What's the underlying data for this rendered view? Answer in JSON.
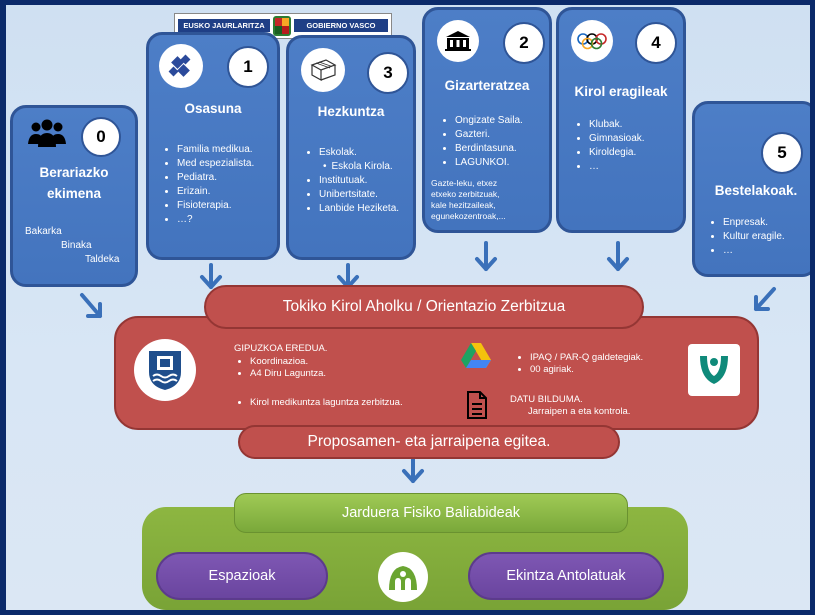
{
  "header_logo": {
    "left_text": "EUSKO JAURLARITZA",
    "right_text": "GOBIERNO VASCO"
  },
  "boxes": {
    "b0": {
      "number": "0",
      "title_line1": "Berariazko",
      "title_line2": "ekimena",
      "lines": [
        "Bakarka",
        "Binaka",
        "Taldeka"
      ],
      "icon": "people-group-icon"
    },
    "b1": {
      "number": "1",
      "title": "Osasuna",
      "items": [
        "Familia medikua.",
        "Med espezialista.",
        "Pediatra.",
        "Erizain.",
        "Fisioterapia.",
        "…?"
      ],
      "icon": "health-cross-icon"
    },
    "b3": {
      "number": "3",
      "title": "Hezkuntza",
      "items": [
        "Eskolak.",
        "Eskola Kirola.",
        "Institutuak.",
        "Unibertsitate.",
        "Lanbide Heziketa."
      ],
      "icon": "school-desk-icon"
    },
    "b2": {
      "number": "2",
      "title": "Gizarteratzea",
      "items": [
        "Ongizate Saila.",
        "Gazteri.",
        "Berdintasuna.",
        "LAGUNKOI."
      ],
      "note": [
        "Gazte-leku, etxez",
        "etxeko zerbitzuak,",
        "kale hezitzaileak,",
        "egunekozentroak,..."
      ],
      "icon": "building-icon"
    },
    "b4": {
      "number": "4",
      "title": "Kirol eragileak",
      "items": [
        "Klubak.",
        "Gimnasioak.",
        "Kiroldegia.",
        "…"
      ],
      "icon": "olympic-rings-icon"
    },
    "b5": {
      "number": "5",
      "title": "Bestelakoak.",
      "items": [
        "Enpresak.",
        "Kultur eragile.",
        "…"
      ]
    }
  },
  "service": {
    "title": "Tokiko Kirol Aholku / Orientazio Zerbitzua",
    "model_title": "GIPUZKOA EREDUA.",
    "model_items": [
      "Koordinazioa.",
      "A4 Diru Laguntza."
    ],
    "medical": "Kirol medikuntza laguntza zerbitzua.",
    "questionnaire_items": [
      "IPAQ / PAR-Q galdetegiak.",
      "00 agiriak."
    ],
    "data_title": "DATU BILDUMA.",
    "data_sub": "Jarraipen a eta kontrola."
  },
  "proposal": {
    "title": "Proposamen- eta jarraipena egitea."
  },
  "resources": {
    "title": "Jarduera Fisiko Baliabideak",
    "left": "Espazioak",
    "right": "Ekintza Antolatuak"
  },
  "colors": {
    "blue_box": "#4472c4",
    "red": "#c0504d",
    "green": "#8db641",
    "purple": "#7e57b3",
    "teal_logo": "#0f8a7a",
    "green_logo": "#6aa531"
  }
}
